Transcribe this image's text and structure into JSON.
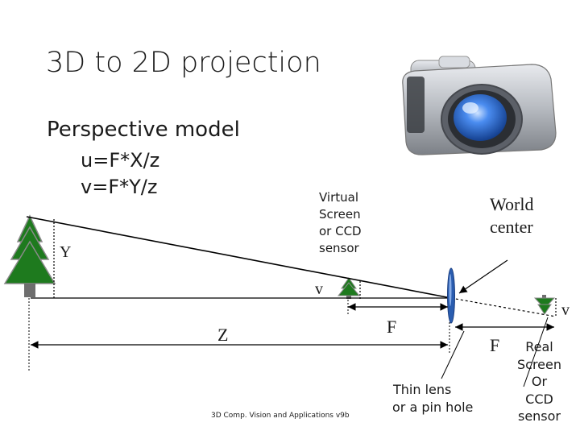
{
  "slide": {
    "title": "3D to 2D projection",
    "subtitle": "Perspective model",
    "equations": [
      "u=F*X/z",
      "v=F*Y/z"
    ],
    "footer": "3D Comp. Vision and Applications v9b"
  },
  "diagram": {
    "labels": {
      "virtual_screen": [
        "Virtual",
        "Screen",
        "or CCD",
        "sensor"
      ],
      "world_center": [
        "World",
        "center"
      ],
      "y_label": "Y",
      "v_label_left": "v",
      "v_label_right": "v",
      "z_label": "Z",
      "f_label_left": "F",
      "f_label_right": "F",
      "lens": [
        "Thin lens",
        "or a pin hole"
      ],
      "real_screen": [
        "Real",
        "Screen",
        "Or",
        "CCD",
        "sensor"
      ]
    },
    "colors": {
      "tree_green": "#1e7a1e",
      "tree_trunk": "#6e6e6e",
      "lens_blue": "#2a5db0",
      "camera_body": "#b8bcc2",
      "camera_lens": "#3f7ae0"
    },
    "icons": [
      "tree-icon",
      "camera-icon",
      "lens-icon"
    ]
  }
}
